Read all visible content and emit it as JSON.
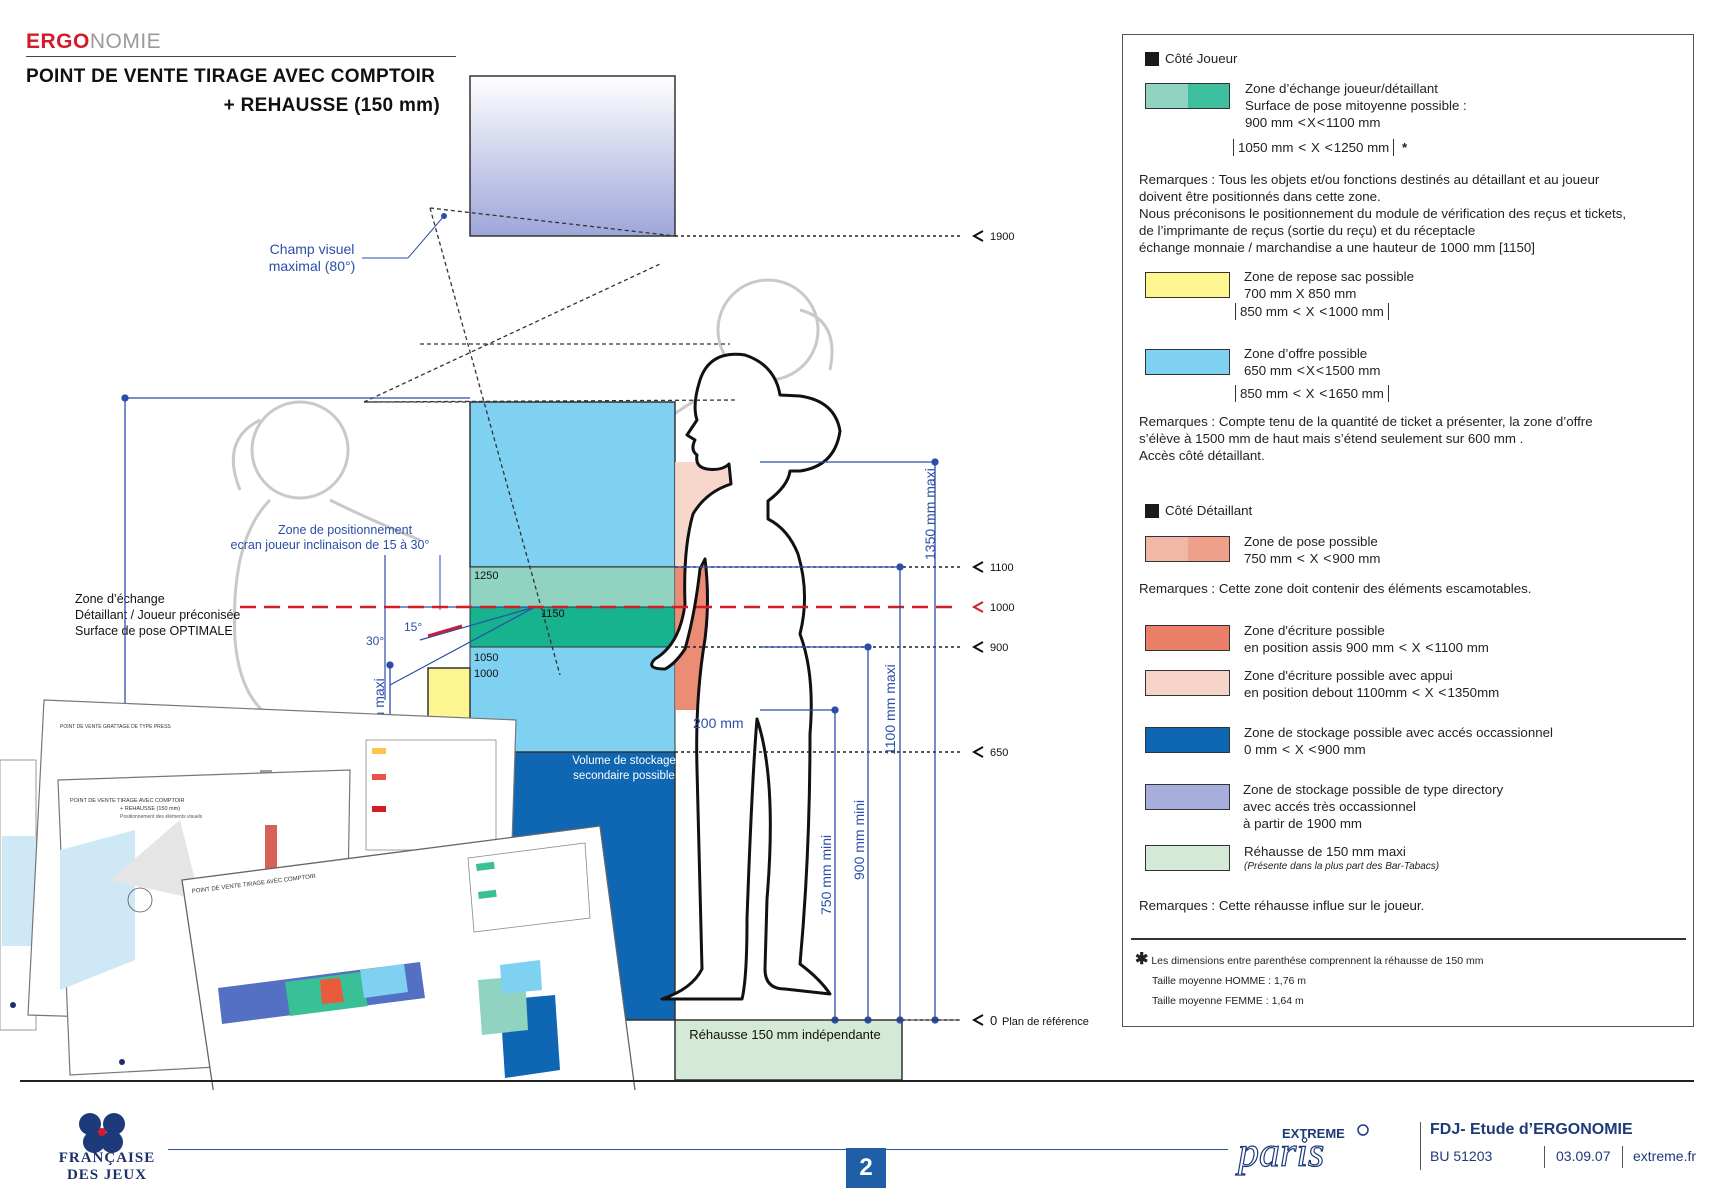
{
  "header": {
    "brand_ergo": "ERGO",
    "brand_nomie": "NOMIE",
    "title_line1": "POINT DE VENTE TIRAGE AVEC COMPTOIR",
    "title_line2": "+ REHAUSSE (150 mm)"
  },
  "colors": {
    "accent_red": "#d31c2a",
    "exchange_zone": "#3ebf9d",
    "bag_zone": "#fdf58f",
    "offer_zone": "#7fd1f2",
    "pose_zone": "#eea78e",
    "writing_zone": "#e97f66",
    "writing_support_zone": "#f6d3c7",
    "storage_zone": "#0f66b2",
    "directory_zone": "#a7aedc",
    "rehausse_zone": "#d4ead6",
    "dimension_blue": "#2b4ea8"
  },
  "diagram": {
    "labels": {
      "champ_visuel_1": "Champ visuel",
      "champ_visuel_2": "maximal (80°)",
      "zone_pos_1": "Zone de positionnement",
      "zone_pos_2": "ecran joueur inclinaison de 15 à 30°",
      "zone_echange_1": "Zone d’échange",
      "zone_echange_2": "Détaillant / Joueur préconisée",
      "zone_echange_3": "Surface de pose OPTIMALE",
      "angle_15": "15°",
      "angle_30": "30°",
      "stockage_1": "Volume de stockage",
      "stockage_2": "secondaire possible",
      "rehausse": "Réhausse 150 mm indépendante",
      "dim_200": "200 mm",
      "dim_1350": "1350 mm maxi",
      "dim_1100": "1100 mm maxi",
      "dim_900": "900 mm mini",
      "dim_750": "750 mm mini",
      "dim_left": "mm maxi",
      "v1250": "1250",
      "v1150": "1150",
      "v1050": "1050",
      "v1000": "1000"
    },
    "levels": [
      {
        "value": "1900"
      },
      {
        "value": "1100"
      },
      {
        "value": "1000"
      },
      {
        "value": "900"
      },
      {
        "value": "650"
      },
      {
        "value": "0",
        "suffix": "Plan de référence"
      }
    ]
  },
  "legend": {
    "cote_joueur": "Côté Joueur",
    "exchange": {
      "line1": "Zone d’échange joueur/détaillant",
      "line2": "Surface de pose mitoyenne possible :",
      "a1": "900 mm",
      "b1": "X",
      "c1": "1100 mm",
      "a2": "1050 mm",
      "b2": "X",
      "c2": "1250 mm",
      "star": "*"
    },
    "remarks1": [
      "Remarques : Tous les objets et/ou fonctions  destinés au détaillant et au joueur",
      "doivent être positionnés dans cette zone.",
      "Nous préconisons le positionnement du module de vérification des reçus et tickets,",
      "de l’imprimante de reçus (sortie du reçu) et du réceptacle",
      "échange monnaie / marchandise a une hauteur de 1000 mm [1150]"
    ],
    "bag": {
      "line1": "Zone de repose sac possible",
      "line2": "700 mm       X     850 mm",
      "a2": "850 mm",
      "b2": "X",
      "c2": "1000 mm"
    },
    "offer": {
      "line1": "Zone d’offre possible",
      "a1": "650 mm",
      "b1": "X",
      "c1": "1500 mm",
      "a2": "850 mm",
      "b2": "X",
      "c2": "1650 mm"
    },
    "remarks2": [
      "Remarques : Compte tenu de la quantité de ticket a présenter, la zone d’offre",
      "s’élève à 1500 mm de haut mais s’étend seulement sur 600 mm .",
      "Accès côté détaillant."
    ],
    "cote_detaillant": "Côté Détaillant",
    "pose": {
      "line1": "Zone de pose possible",
      "a": "750 mm",
      "b": "X",
      "c": "900 mm"
    },
    "remarks3": "Remarques : Cette zone doit contenir des éléments escamotables.",
    "writing": {
      "line1": "Zone d'écriture possible",
      "prefix": "en position assis  900 mm",
      "b": "X",
      "c": "1100 mm"
    },
    "writing_support": {
      "line1": "Zone d'écriture possible avec appui",
      "prefix": "en position debout  1100mm",
      "b": "X",
      "c": "1350mm"
    },
    "storage": {
      "line1": "Zone de stockage possible avec accés occassionnel",
      "prefix": "0 mm",
      "b": "X",
      "c": "900 mm"
    },
    "directory": {
      "line1": "Zone de stockage possible de type directory",
      "line2": "avec accés très occassionnel",
      "line3": "à partir de 1900 mm"
    },
    "rehausse": {
      "line1": "Réhausse de 150 mm maxi",
      "line2": "(Présente dans la plus part des Bar-Tabacs)"
    },
    "remarks4": "Remarques : Cette réhausse influe sur le joueur.",
    "footnote_star": "✱",
    "footnote1": "Les dimensions entre parenthése comprennent la réhausse de 150 mm",
    "footnote2": "Taille moyenne HOMME : 1,76 m",
    "footnote3": "Taille moyenne FEMME : 1,64 m"
  },
  "footer": {
    "fdj_line1": "FRANÇAISE",
    "fdj_line2": "DES JEUX",
    "page": "2",
    "extreme": "EXTREME",
    "paris": "paris",
    "project": "FDJ-  Etude d’ERGONOMIE",
    "bu": "BU  51203",
    "date": "03.09.07",
    "site": "extreme.fr"
  },
  "thumbnails": {
    "t1_title": "POINT DE VENTE GRATTAGE DE TYPE PRESS",
    "t2_title_1": "POINT DE VENTE TIRAGE AVEC COMPTOIR",
    "t2_title_2": "+ REHAUSSE (150 mm)",
    "t2_sub": "Positionnement des éléments visuels",
    "t3_title": "POINT DE VENTE TIRAGE AVEC COMPTOIR"
  }
}
